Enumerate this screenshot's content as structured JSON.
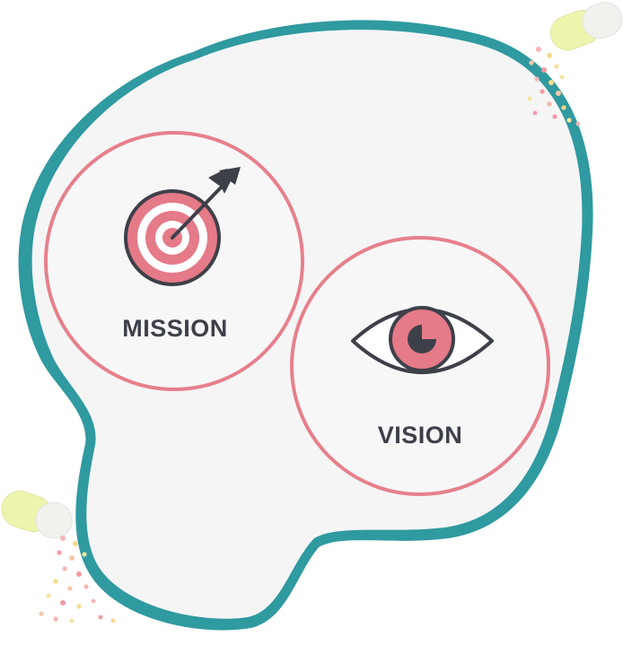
{
  "mission": {
    "label": "MISSION",
    "icon": "target-with-arrow-icon"
  },
  "vision": {
    "label": "VISION",
    "icon": "eye-icon"
  },
  "decor": {
    "capsule_icon": "capsule-pill-icon",
    "blob": "background-blob"
  },
  "colors": {
    "accent_pink": "#e57a88",
    "circle_stroke": "#e6808b",
    "dark_gray": "#3e4049",
    "blob_fill": "#f5f5f6",
    "blob_outline": "#2f9aa0",
    "capsule_yellow": "#eef4ad",
    "capsule_white": "#f1f2ee"
  }
}
